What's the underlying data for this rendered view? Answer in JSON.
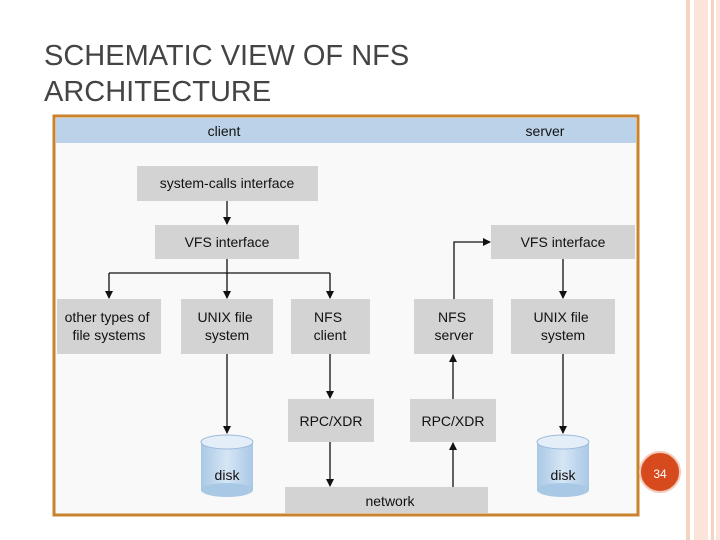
{
  "slide": {
    "title": "SCHEMATIC VIEW OF NFS\nARCHITECTURE",
    "number": "34"
  },
  "diagram": {
    "header_left": "client",
    "header_right": "server",
    "system_calls_interface": "system-calls interface",
    "vfs_client": "VFS interface",
    "vfs_server": "VFS interface",
    "other_fs": [
      "other types of",
      "file systems"
    ],
    "unix_fs_client": [
      "UNIX file",
      "system"
    ],
    "nfs_client": [
      "NFS",
      "client"
    ],
    "nfs_server": [
      "NFS",
      "server"
    ],
    "unix_fs_server": [
      "UNIX file",
      "system"
    ],
    "rpc_client": "RPC/XDR",
    "rpc_server": "RPC/XDR",
    "disk_client": "disk",
    "disk_server": "disk",
    "network": "network"
  },
  "colors": {
    "accent": "#d64a1e",
    "frame": "#c8832c",
    "header_band": "#bcd2e8",
    "box_fill": "#d3d3d3"
  }
}
